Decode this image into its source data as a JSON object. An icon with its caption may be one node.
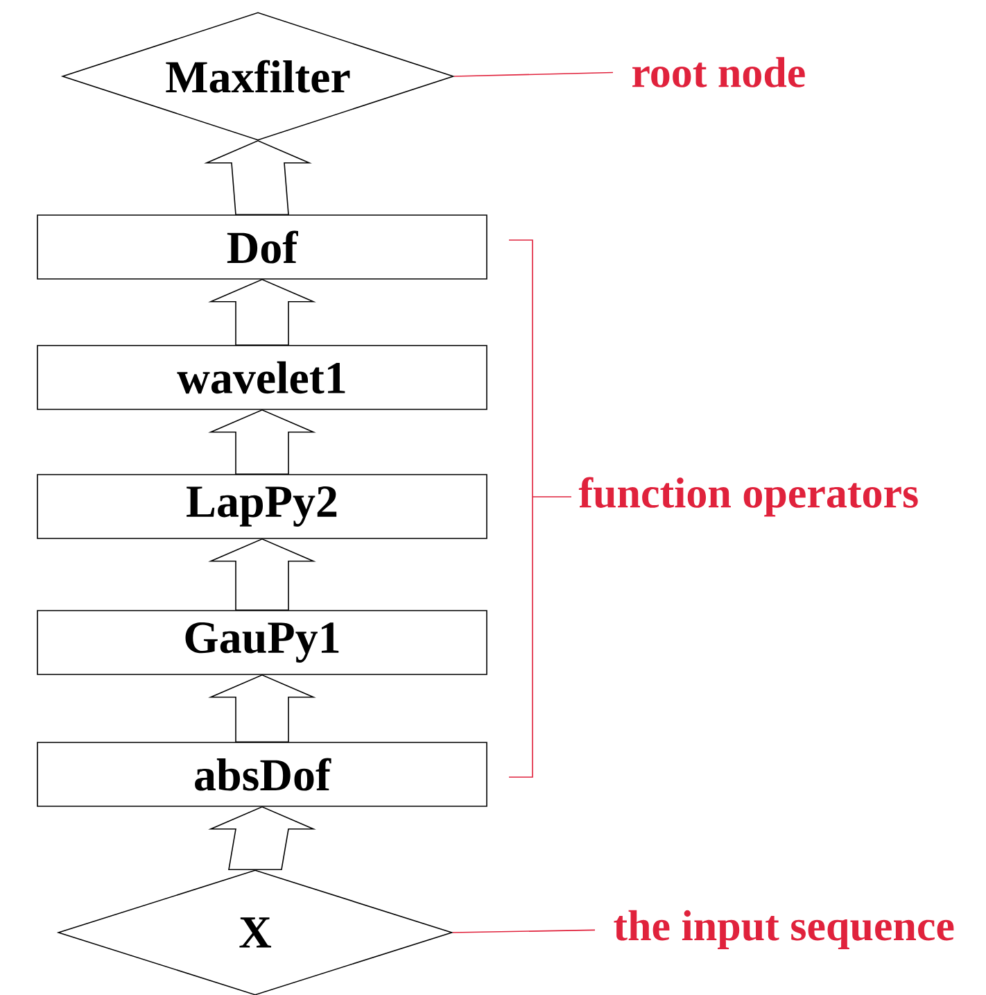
{
  "diagram": {
    "nodes": [
      {
        "text": [
          "Maxfilter"
        ]
      },
      {
        "text": [
          "root node"
        ]
      },
      {
        "text": [
          "Dof"
        ]
      },
      {
        "text": [
          "wavelet1"
        ]
      },
      {
        "text": [
          "LapPy2"
        ]
      },
      {
        "text": [
          "GauPy1"
        ]
      },
      {
        "text": [
          "absDof"
        ]
      },
      {
        "text": [
          "X"
        ]
      },
      {
        "text": [
          "the input sequence"
        ]
      }
    ],
    "edges": [
      {
        "from": 7,
        "to": 6,
        "arrow": "to"
      },
      {
        "from": 6,
        "to": 5,
        "arrow": "to"
      },
      {
        "from": 5,
        "to": 4,
        "arrow": "to"
      },
      {
        "from": 4,
        "to": 3,
        "arrow": "to"
      },
      {
        "from": 3,
        "to": 2,
        "arrow": "to"
      },
      {
        "from": 2,
        "to": 0,
        "arrow": "to"
      },
      {
        "from": 1,
        "to": 0,
        "arrow": "none",
        "color": "#e0223c"
      },
      {
        "from": 8,
        "to": 7,
        "arrow": "none",
        "color": "#e0223c"
      }
    ],
    "labels": [
      "function operators"
    ]
  }
}
